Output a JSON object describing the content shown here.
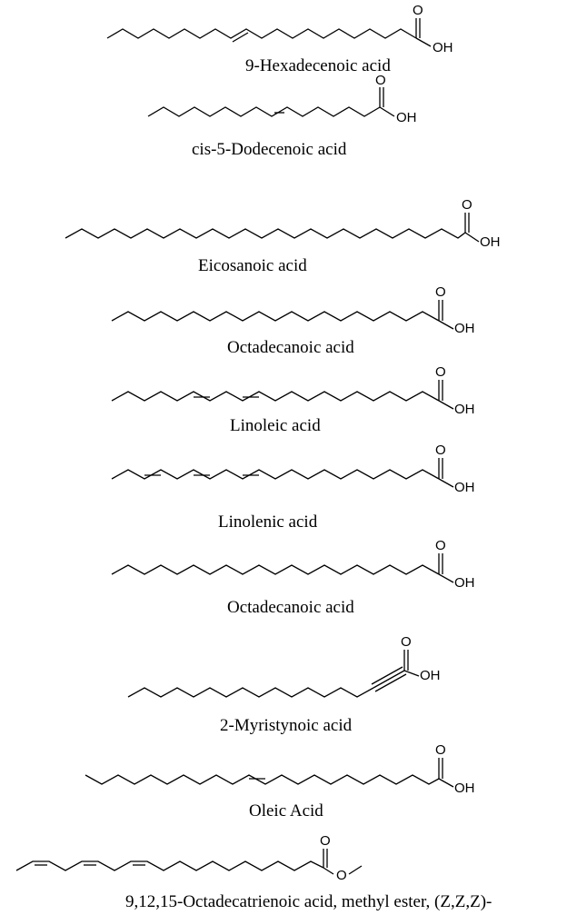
{
  "figure": {
    "compounds": [
      {
        "id": "hexadecenoic",
        "name": "9-Hexadecenoic acid",
        "carbons": 16,
        "bonds": [
          {
            "type": "double",
            "at": 8,
            "geometry": "trans"
          }
        ],
        "group": "acid",
        "atoms": {
          "O": "O",
          "OH": "OH"
        }
      },
      {
        "id": "dodecenoic",
        "name": "cis-5-Dodecenoic acid",
        "carbons": 12,
        "bonds": [
          {
            "type": "double",
            "at": 4,
            "geometry": "cis"
          }
        ],
        "group": "acid",
        "atoms": {
          "O": "O",
          "OH": "OH"
        }
      },
      {
        "id": "eicosanoic",
        "name": "Eicosanoic acid",
        "carbons": 20,
        "bonds": [],
        "group": "acid",
        "atoms": {
          "O": "O",
          "OH": "OH"
        }
      },
      {
        "id": "octadecanoic1",
        "name": "Octadecanoic acid",
        "carbons": 18,
        "bonds": [],
        "group": "acid",
        "atoms": {
          "O": "O",
          "OH": "OH"
        }
      },
      {
        "id": "linoleic",
        "name": "Linoleic acid",
        "carbons": 18,
        "bonds": [
          {
            "type": "double",
            "at": 8,
            "geometry": "cis"
          },
          {
            "type": "double",
            "at": 11,
            "geometry": "cis"
          }
        ],
        "group": "acid",
        "atoms": {
          "O": "O",
          "OH": "OH"
        }
      },
      {
        "id": "linolenic",
        "name": "Linolenic acid",
        "carbons": 18,
        "bonds": [
          {
            "type": "double",
            "at": 8,
            "geometry": "cis"
          },
          {
            "type": "double",
            "at": 11,
            "geometry": "cis"
          },
          {
            "type": "double",
            "at": 14,
            "geometry": "cis"
          }
        ],
        "group": "acid",
        "atoms": {
          "O": "O",
          "OH": "OH"
        }
      },
      {
        "id": "octadecanoic2",
        "name": "Octadecanoic acid",
        "carbons": 18,
        "bonds": [],
        "group": "acid",
        "atoms": {
          "O": "O",
          "OH": "OH"
        }
      },
      {
        "id": "myristynoic",
        "name": "2-Myristynoic acid",
        "carbons": 14,
        "bonds": [
          {
            "type": "triple",
            "at": 1
          }
        ],
        "group": "acid",
        "atoms": {
          "O": "O",
          "OH": "OH"
        }
      },
      {
        "id": "oleic",
        "name": "Oleic Acid",
        "carbons": 18,
        "bonds": [
          {
            "type": "double",
            "at": 8,
            "geometry": "cis"
          }
        ],
        "group": "acid",
        "atoms": {
          "O": "O",
          "OH": "OH"
        }
      },
      {
        "id": "methyl-linolenate",
        "name": "9,12,15-Octadecatrienoic acid, methyl ester, (Z,Z,Z)-",
        "carbons": 18,
        "bonds": [
          {
            "type": "double",
            "at": 8,
            "geometry": "cis"
          },
          {
            "type": "double",
            "at": 11,
            "geometry": "cis"
          },
          {
            "type": "double",
            "at": 14,
            "geometry": "cis"
          }
        ],
        "group": "methyl-ester",
        "atoms": {
          "O": "O",
          "ester_O": "O"
        }
      }
    ]
  }
}
